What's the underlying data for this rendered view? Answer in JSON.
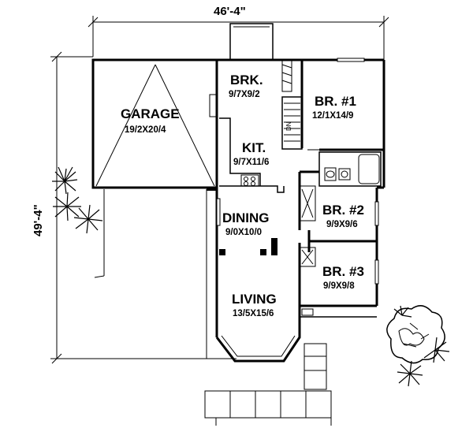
{
  "dimensions": {
    "width": "46'-4\"",
    "depth": "49'-4\""
  },
  "rooms": {
    "garage": {
      "name": "GARAGE",
      "size": "19/2X20/4"
    },
    "breakfast": {
      "name": "BRK.",
      "size": "9/7X9/2"
    },
    "bedroom1": {
      "name": "BR. #1",
      "size": "12/1X14/9"
    },
    "kitchen": {
      "name": "KIT.",
      "size": "9/7X11/6"
    },
    "dining": {
      "name": "DINING",
      "size": "9/0X10/0"
    },
    "bedroom2": {
      "name": "BR. #2",
      "size": "9/9X9/6"
    },
    "bedroom3": {
      "name": "BR. #3",
      "size": "9/9X9/8"
    },
    "living": {
      "name": "LIVING",
      "size": "13/5X15/6"
    }
  },
  "stair_label": "DN"
}
